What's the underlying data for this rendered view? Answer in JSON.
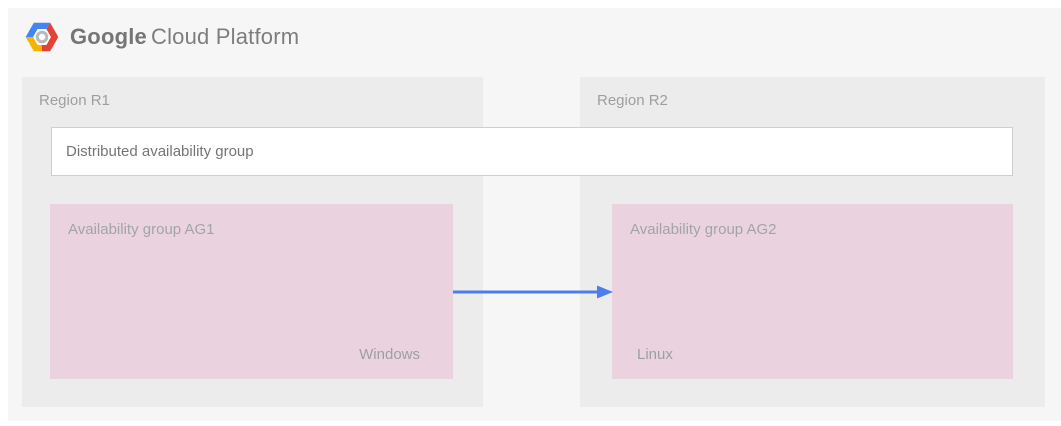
{
  "header": {
    "brand_primary": "Google",
    "brand_secondary": "Cloud Platform"
  },
  "diagram": {
    "distributed_group_label": "Distributed availability group",
    "regions": [
      {
        "label": "Region R1",
        "availability_group": {
          "label": "Availability group AG1",
          "os": "Windows"
        }
      },
      {
        "label": "Region R2",
        "availability_group": {
          "label": "Availability group AG2",
          "os": "Linux"
        }
      }
    ],
    "arrow": {
      "from": "Availability group AG1",
      "to": "Availability group AG2"
    }
  },
  "colors": {
    "panel_bg": "#f6f6f6",
    "region_bg": "#ececec",
    "ag_bg": "#ead3df",
    "arrow": "#4c7de8",
    "logo_blue": "#4285f4",
    "logo_red": "#e34335",
    "logo_yellow": "#f4b400",
    "logo_ring": "#b9b9b9"
  }
}
